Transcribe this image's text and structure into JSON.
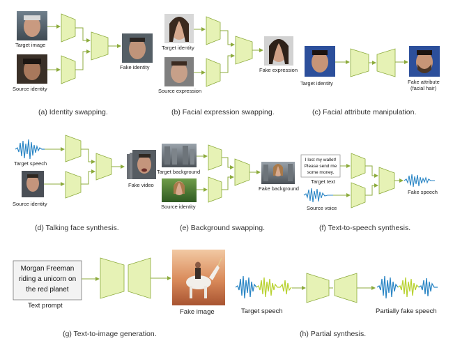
{
  "panels": {
    "a": {
      "caption": "(a) Identity swapping.",
      "labels": [
        "Target image",
        "Source identity",
        "Fake identity"
      ]
    },
    "b": {
      "caption": "(b) Facial expression swapping.",
      "labels": [
        "Target identity",
        "Source expression",
        "Fake expression"
      ]
    },
    "c": {
      "caption": "(c) Facial attribute manipulation.",
      "labels": [
        "Target identity",
        "Fake attribute",
        "(facial hair)"
      ]
    },
    "d": {
      "caption": "(d) Talking face synthesis.",
      "labels": [
        "Target speech",
        "Source identity",
        "Fake video"
      ]
    },
    "e": {
      "caption": "(e) Background swapping.",
      "labels": [
        "Target background",
        "Source identity",
        "Fake background"
      ]
    },
    "f": {
      "caption": "(f) Text-to-speech synthesis.",
      "labels": [
        "Target text",
        "Source voice",
        "Fake speech"
      ],
      "text_box": [
        "I lost my wallet!",
        "Please send me",
        "some money."
      ]
    },
    "g": {
      "caption": "(g) Text-to-image generation.",
      "labels": [
        "Text prompt",
        "Fake image"
      ],
      "prompt": [
        "Morgan Freeman",
        "riding a unicorn on",
        "the red planet"
      ]
    },
    "h": {
      "caption": "(h) Partial synthesis.",
      "labels": [
        "Target speech",
        "Partially fake speech"
      ]
    }
  },
  "colors": {
    "box_fill": "#e6f2b5",
    "box_stroke": "#8cab3c",
    "arrow": "#8cab3c",
    "wave_blue": "#2b86c5",
    "wave_green": "#b9d232"
  }
}
